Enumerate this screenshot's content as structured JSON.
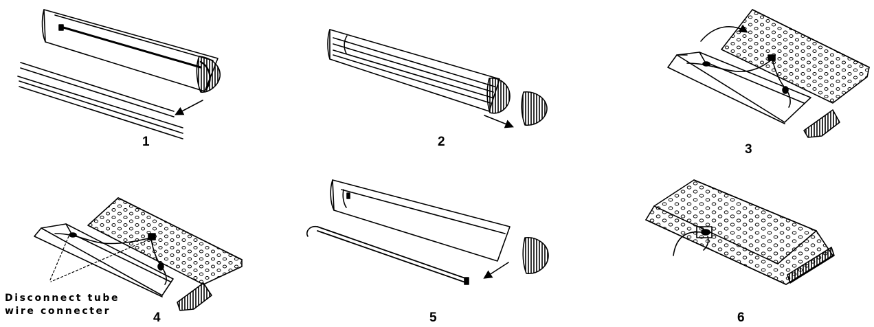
{
  "steps": [
    {
      "number": "1"
    },
    {
      "number": "2"
    },
    {
      "number": "3"
    },
    {
      "number": "4"
    },
    {
      "number": "5"
    },
    {
      "number": "6"
    }
  ],
  "callout": {
    "line1": "Disconnect tube",
    "line2": "wire connecter"
  },
  "colors": {
    "ink": "#000000",
    "paper": "#ffffff"
  }
}
